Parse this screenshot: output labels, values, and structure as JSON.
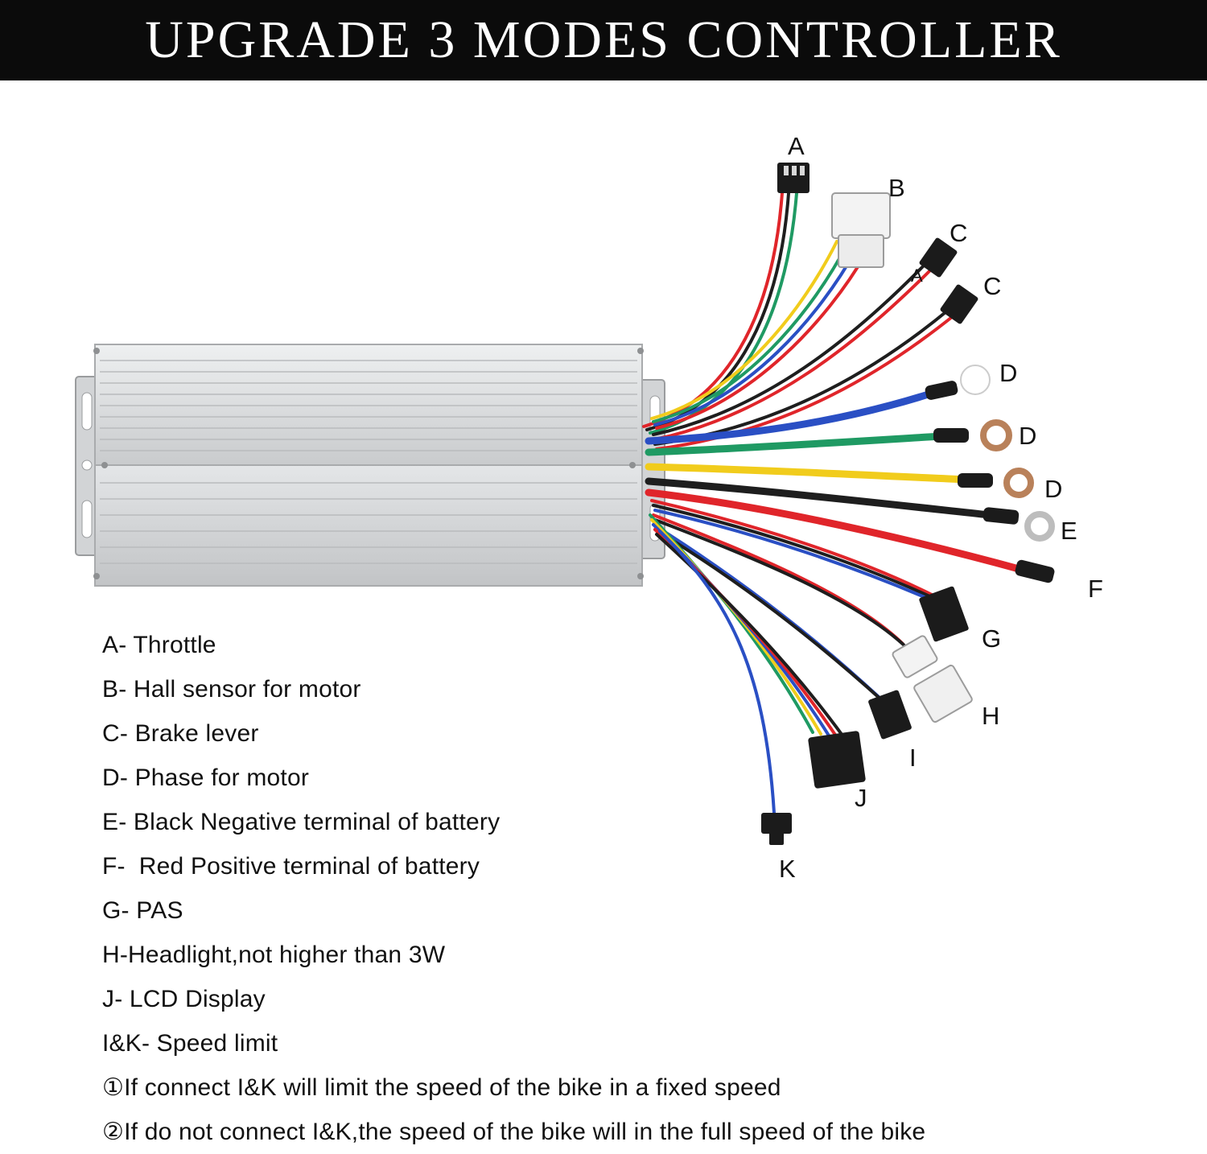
{
  "banner": {
    "title": "UPGRADE 3 MODES CONTROLLER"
  },
  "colors": {
    "red": "#e0252a",
    "black": "#1e1e1e",
    "blue": "#2a4fc4",
    "green": "#1f9a63",
    "yellow": "#f1cc1c",
    "housing": "#d6d8da"
  },
  "connector_labels": {
    "a_top": "A",
    "a_small": "A",
    "b": "B",
    "c1": "C",
    "c2": "C",
    "d1": "D",
    "d2": "D",
    "d3": "D",
    "e": "E",
    "f": "F",
    "g": "G",
    "h": "H",
    "i": "I",
    "j": "J",
    "k": "K"
  },
  "legend": [
    "A- Throttle",
    "B- Hall sensor for motor",
    "C- Brake lever",
    "D- Phase for motor",
    "E- Black Negative terminal of battery",
    "F-  Red Positive terminal of battery",
    "G- PAS",
    "H-Headlight,not higher than 3W",
    "J- LCD Display",
    "I&K- Speed limit",
    "①If connect I&K will limit the speed of the bike in a fixed speed",
    "②If do not connect I&K,the speed of the bike will in the full speed of the bike"
  ]
}
